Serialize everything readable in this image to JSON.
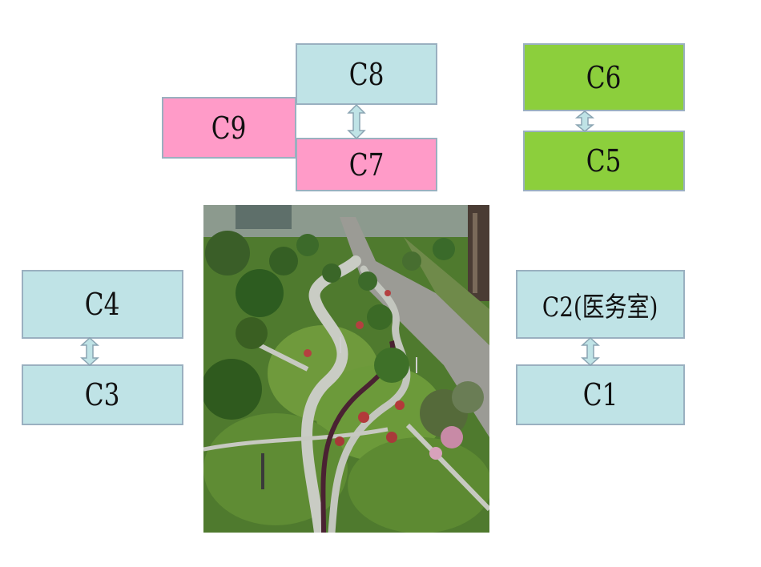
{
  "boxes": {
    "c8": "C8",
    "c9": "C9",
    "c7": "C7",
    "c6": "C6",
    "c5": "C5",
    "c4": "C4",
    "c3": "C3",
    "c2": "C2(医务室)",
    "c1": "C1"
  },
  "colors": {
    "blue": "#bfe3e6",
    "pink": "#ff9bc8",
    "green": "#8ccf3c",
    "arrow": "#bfe3e6"
  }
}
